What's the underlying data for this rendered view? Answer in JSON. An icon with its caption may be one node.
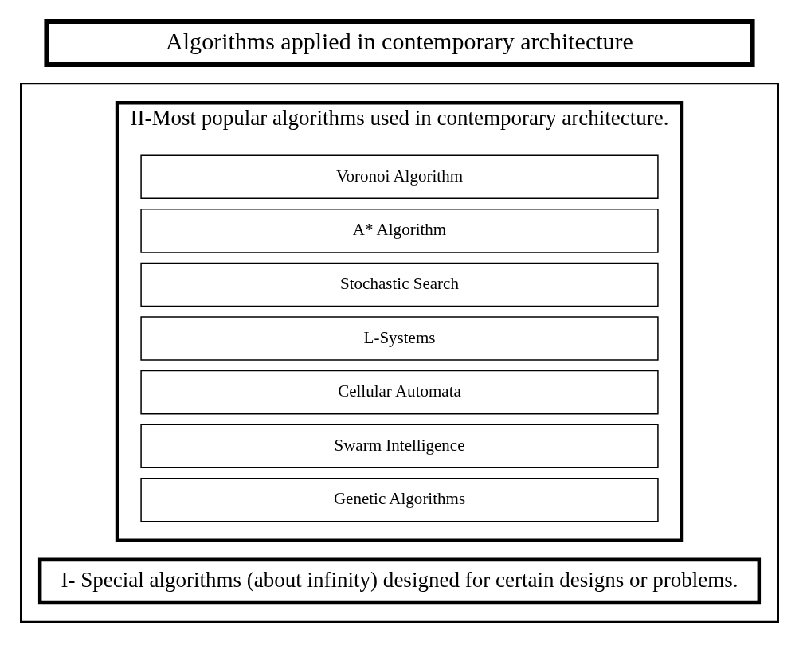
{
  "diagram": {
    "nodes": [
      {
        "text": [
          "Algorithms applied in contemporary architecture"
        ]
      },
      {
        "text": [],
        "shape": "box"
      },
      {
        "text": [
          "I- Special algorithms (about infinity) designed for certain designs or problems."
        ],
        "in": 1
      },
      {
        "text": [
          "II-Most popular algorithms used in contemporary architecture."
        ],
        "in": 1
      },
      {
        "text": [
          "Voronoi Algorithm"
        ],
        "in": 3
      },
      {
        "text": [
          "A* Algorithm"
        ],
        "in": 3
      },
      {
        "text": [
          "Stochastic Search"
        ],
        "in": 3
      },
      {
        "text": [
          "L-Systems"
        ],
        "in": 3
      },
      {
        "text": [
          "Cellular Automata"
        ],
        "in": 3
      },
      {
        "text": [
          "Swarm Intelligence"
        ],
        "in": 3
      },
      {
        "text": [
          "Genetic Algorithms"
        ],
        "in": 3
      }
    ],
    "edges": []
  }
}
